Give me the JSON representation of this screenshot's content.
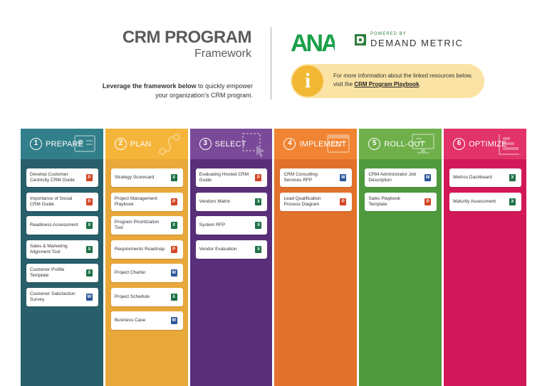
{
  "header": {
    "title_line1": "CRM PROGRAM",
    "title_line2": "Framework",
    "subtitle_bold": "Leverage the framework below",
    "subtitle_rest": " to quickly empower your organization’s CRM program.",
    "ana_logo": "ANA",
    "powered_by": "POWERED BY",
    "brand": "DEMAND METRIC"
  },
  "info": {
    "icon": "i",
    "text_before": "For more information about the linked resources below, visit the ",
    "link": "CRM Program Playbook",
    "text_after": "."
  },
  "colors": {
    "prepare_head": "#317f8a",
    "prepare_body": "#285f6b",
    "plan_head": "#f4b53a",
    "plan_body": "#e8a83a",
    "select_head": "#7a4a98",
    "select_body": "#5a2f7a",
    "implement_head": "#f08433",
    "implement_body": "#e2712c",
    "rollout_head": "#6fb04a",
    "rollout_body": "#4f9a3e",
    "optimize_head": "#e2336a",
    "optimize_body": "#d3185a"
  },
  "columns": [
    {
      "num": "1",
      "name": "PREPARE",
      "items": [
        {
          "label": "Develop Customer Centricity CRM Guide",
          "type": "ppt"
        },
        {
          "label": "Importance of Social CRM Guide",
          "type": "ppt"
        },
        {
          "label": "Readiness Assessment",
          "type": "xls"
        },
        {
          "label": "Sales & Marketing Alignment Tool",
          "type": "xls"
        },
        {
          "label": "Customer Profile Template",
          "type": "xls"
        },
        {
          "label": "Customer Satisfaction Survey",
          "type": "doc"
        }
      ]
    },
    {
      "num": "2",
      "name": "PLAN",
      "items": [
        {
          "label": "Strategy Scorecard",
          "type": "xls"
        },
        {
          "label": "Project Management Playbook",
          "type": "ppt"
        },
        {
          "label": "Program Prioritization Tool",
          "type": "xls"
        },
        {
          "label": "Requirements Roadmap",
          "type": "ppt"
        },
        {
          "label": "Project Charter",
          "type": "doc"
        },
        {
          "label": "Project Schedule",
          "type": "xls"
        },
        {
          "label": "Business Case",
          "type": "doc"
        }
      ]
    },
    {
      "num": "3",
      "name": "SELECT",
      "items": [
        {
          "label": "Evaluating Hosted CRM Guide",
          "type": "ppt"
        },
        {
          "label": "Vendors Matrix",
          "type": "xls"
        },
        {
          "label": "System RFP",
          "type": "xls"
        },
        {
          "label": "Vendor Evaluation",
          "type": "xls"
        }
      ]
    },
    {
      "num": "4",
      "name": "IMPLEMENT",
      "items": [
        {
          "label": "CRM Consulting Services RFP",
          "type": "doc"
        },
        {
          "label": "Lead Qualification Process Diagram",
          "type": "ppt"
        }
      ]
    },
    {
      "num": "5",
      "name": "ROLL-OUT",
      "items": [
        {
          "label": "CRM Administrator Job Description",
          "type": "doc"
        },
        {
          "label": "Sales Playbook Template",
          "type": "ppt"
        }
      ]
    },
    {
      "num": "6",
      "name": "OPTIMIZE",
      "items": [
        {
          "label": "Metrics Dashboard",
          "type": "xls"
        },
        {
          "label": "Maturity Assessment",
          "type": "xls"
        }
      ]
    }
  ]
}
